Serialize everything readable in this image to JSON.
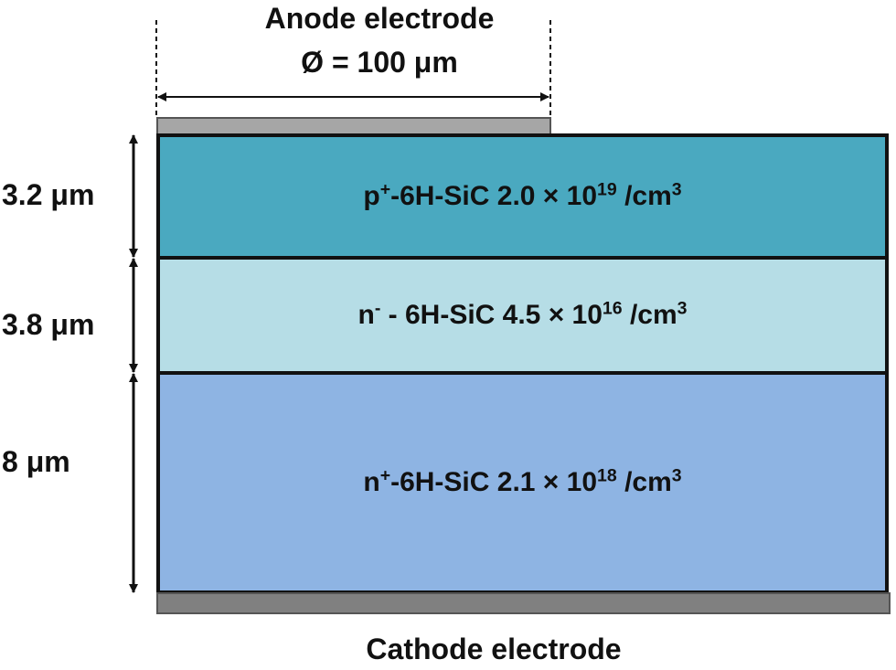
{
  "anode": {
    "title": "Anode electrode",
    "diameter": "Ø = 100 μm"
  },
  "cathode": {
    "title": "Cathode electrode"
  },
  "layers": [
    {
      "pre": "p",
      "sup1": "+",
      "mid": "-6H-SiC 2.0 × 10",
      "sup2": "19",
      "post": " /cm",
      "sup3": "3",
      "thickness": "3.2 μm",
      "color": "#4aa9c0"
    },
    {
      "pre": "n",
      "sup1": "-",
      "mid": " - 6H-SiC 4.5 × 10",
      "sup2": "16",
      "post": " /cm",
      "sup3": "3",
      "thickness": "3.8 μm",
      "color": "#b6dde6"
    },
    {
      "pre": "n",
      "sup1": "+",
      "mid": "-6H-SiC 2.1 × 10",
      "sup2": "18",
      "post": " /cm",
      "sup3": "3",
      "thickness": "8 μm",
      "color": "#8eb4e3"
    }
  ],
  "colors": {
    "anode_metal": "#a6a6a6",
    "cathode_metal": "#808080",
    "outline": "#111111"
  }
}
